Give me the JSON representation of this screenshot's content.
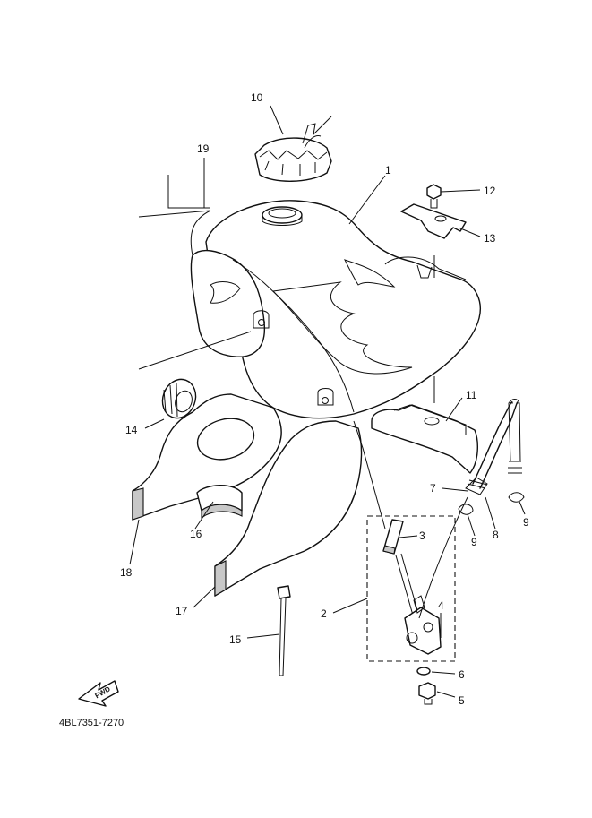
{
  "diagram": {
    "part_code": "4BL7351-7270",
    "fwd_label": "FWD",
    "callouts": {
      "c1": "1",
      "c2": "2",
      "c3": "3",
      "c4": "4",
      "c5": "5",
      "c6": "6",
      "c7": "7",
      "c8": "8",
      "c9a": "9",
      "c9b": "9",
      "c10": "10",
      "c11": "11",
      "c12": "12",
      "c13": "13",
      "c14": "14",
      "c15": "15",
      "c16": "16",
      "c17": "17",
      "c18": "18",
      "c19": "19"
    }
  }
}
